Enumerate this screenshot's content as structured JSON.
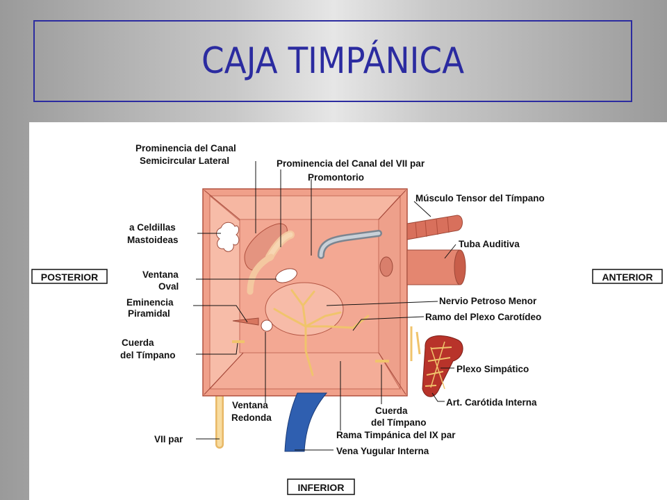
{
  "title": "CAJA TIMPÁNICA",
  "orientation": {
    "posterior": "POSTERIOR",
    "anterior": "ANTERIOR",
    "inferior": "INFERIOR"
  },
  "labels": {
    "prominencia_canal_semicircular_1": "Prominencia del Canal",
    "prominencia_canal_semicircular_2": "Semicircular Lateral",
    "prominencia_canal_vii": "Prominencia del Canal del VII par",
    "promontorio": "Promontorio",
    "musculo_tensor": "Músculo Tensor del Tímpano",
    "celdillas_1": "a Celdillas",
    "celdillas_2": "Mastoideas",
    "tuba_auditiva": "Tuba Auditiva",
    "ventana_oval_1": "Ventana",
    "ventana_oval_2": "Oval",
    "eminencia_1": "Eminencia",
    "eminencia_2": "Piramidal",
    "nervio_petroso": "Nervio Petroso Menor",
    "ramo_plexo": "Ramo del Plexo Carotídeo",
    "cuerda_left_1": "Cuerda",
    "cuerda_left_2": "del Tímpano",
    "plexo_simpatico": "Plexo Simpático",
    "ventana_redonda_1": "Ventana",
    "ventana_redonda_2": "Redonda",
    "cuerda_right_1": "Cuerda",
    "cuerda_right_2": "del Tímpano",
    "art_carotida": "Art. Carótida Interna",
    "vii_par": "VII par",
    "rama_timpanica": "Rama Timpánica del IX par",
    "vena_yugular": "Vena Yugular Interna"
  },
  "colors": {
    "title_blue": "#2b2ba0",
    "tissue_pink": "#f2a48e",
    "tissue_dark": "#c95a48",
    "nerve_yellow": "#f5d38a",
    "vein_blue": "#2f5fb0",
    "artery_red": "#b8332a"
  }
}
